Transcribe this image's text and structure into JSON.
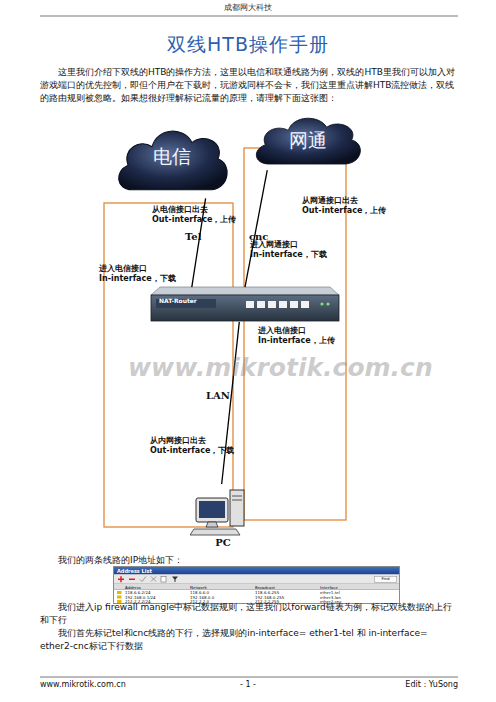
{
  "diagram": {
    "title": "双线HTB操作手册",
    "nodes": [
      {
        "text": [
          "电信"
        ]
      },
      {
        "text": [
          "网通"
        ]
      },
      {
        "text": [
          "NAT-Router"
        ]
      },
      {
        "text": [
          "PC"
        ]
      }
    ],
    "edges": [
      {
        "from": 0,
        "to": 2,
        "label": "Tel",
        "arrow": "none"
      },
      {
        "from": 1,
        "to": 2,
        "label": "cnc",
        "arrow": "none"
      },
      {
        "from": 2,
        "to": 3,
        "label": "LAN",
        "arrow": "none"
      }
    ],
    "labels": [
      "成都网大科技",
      "这里我们介绍下双线的HTB的操作方法，这里以电信和联通线路为例，双线的HTB里我们可以加入对游戏端口的优先控制，即但个用户在下载时，玩游戏同样不会卡，我们这里重点讲解HTB流控做法，双线的路由规则被忽略。如果想很好理解标记流量的原理，请理解下面这张图：",
      "从电信接口出去 Out-interface，上传",
      "从网通接口出去 Out-interface，上传",
      "进入电信接口 In-interface，下载",
      "进入网通接口 In-interface，下载",
      "进入电信接口 In-interface，上传",
      "从内网接口出去 Out-interface，下载",
      "www.mikrotik.com.cn",
      "我们的两条线路的IP地址如下：",
      "Address List",
      "Find",
      "Address",
      "Network",
      "Broadcast",
      "Interface",
      "118.6.6.2/24",
      "118.6.6.0",
      "118.6.6.255",
      "ether1-tel",
      "192.168.0.1/24",
      "192.168.0.0",
      "192.168.0.255",
      "ether3-lan",
      "212.2.2.2/24",
      "212.2.2.0",
      "212.2.2.255",
      "ether2-cnc",
      "我们进入ip firewall mangle中标记数据规则，这里我们以forward链表为例，标记双线数据的上行和下行",
      "我们首先标记tel和cnc线路的下行，选择规则的in-interface= ether1-tel 和 in-interface= ether2-cnc标记下行数据",
      "www.mikrotik.com.cn",
      "- 1 -",
      "Edit：YuSong"
    ]
  }
}
